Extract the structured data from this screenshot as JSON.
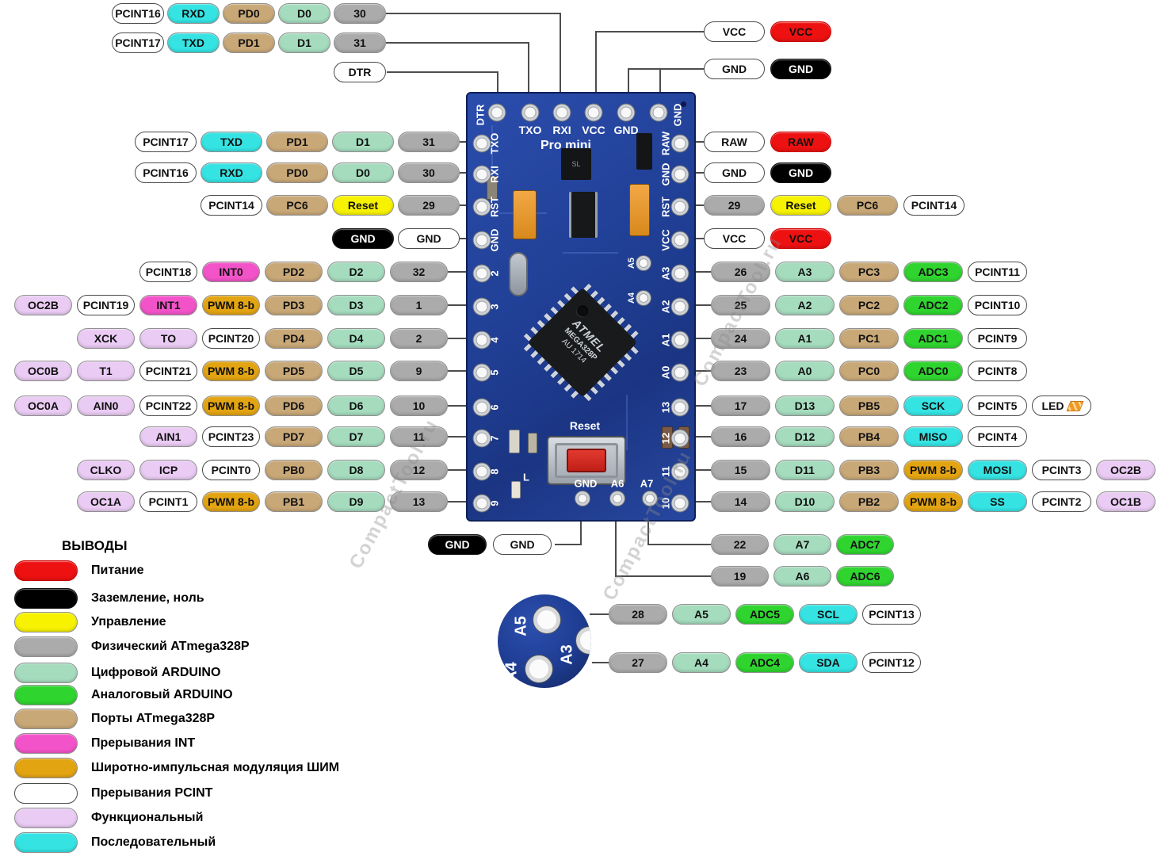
{
  "watermark": "CompactTool.ru",
  "palette": {
    "power": "#EE1111",
    "ground": "#000000",
    "control": "#F7F200",
    "phys": "#ABABAB",
    "digital": "#A5DCBE",
    "analog": "#2FD42F",
    "port": "#C9A877",
    "int": "#F353C8",
    "pwm": "#E3A412",
    "pcint": "#FFFFFF",
    "func": "#EACBF4",
    "serial": "#35E3E3",
    "led": "#FFFFFF"
  },
  "legend": {
    "title": "ВЫВОДЫ",
    "items": [
      {
        "type": "power",
        "label": "Питание"
      },
      {
        "type": "ground",
        "label": "Заземление, ноль"
      },
      {
        "type": "control",
        "label": "Управление"
      },
      {
        "type": "phys",
        "label": "Физический ATmega328P"
      },
      {
        "type": "digital",
        "label": "Цифровой ARDUINO"
      },
      {
        "type": "analog",
        "label": "Аналоговый ARDUINO"
      },
      {
        "type": "port",
        "label": "Порты ATmega328P"
      },
      {
        "type": "int",
        "label": "Прерывания INT"
      },
      {
        "type": "pwm",
        "label": "Широтно-импульсная модуляция ШИМ"
      },
      {
        "type": "pcint",
        "label": "Прерывания PCINT"
      },
      {
        "type": "func",
        "label": "Функциональный"
      },
      {
        "type": "serial",
        "label": "Последовательный"
      }
    ]
  },
  "board": {
    "title": "Pro mini",
    "dtr_label": "DTR",
    "top_labels": [
      "TXO",
      "RXI",
      "VCC",
      "GND"
    ],
    "top_right_label": "GND",
    "left_labels": [
      "TXO",
      "RXI",
      "RST",
      "GND",
      "2",
      "3",
      "4",
      "5",
      "6",
      "7",
      "8",
      "9"
    ],
    "right_labels": [
      "RAW",
      "GND",
      "RST",
      "VCC",
      "A3",
      "A2",
      "A1",
      "A0",
      "13",
      "12",
      "11",
      "10"
    ],
    "inner_labels": [
      "A5",
      "A4"
    ],
    "bottom_labels": [
      "GND",
      "A6",
      "A7"
    ],
    "reset_label": "Reset",
    "led_label": "L",
    "chip": {
      "brand": "ATMEL",
      "part": "MEGA328P",
      "code": "AU 1714"
    },
    "inset_labels": [
      "A5",
      "A4",
      "A3"
    ]
  },
  "pin_rows": [
    {
      "id": "tl1",
      "pills": [
        {
          "label": "PCINT16",
          "type": "pcint"
        },
        {
          "label": "RXD",
          "type": "serial"
        },
        {
          "label": "PD0",
          "type": "port"
        },
        {
          "label": "D0",
          "type": "digital"
        },
        {
          "label": "30",
          "type": "phys"
        }
      ]
    },
    {
      "id": "tl2",
      "pills": [
        {
          "label": "PCINT17",
          "type": "pcint"
        },
        {
          "label": "TXD",
          "type": "serial"
        },
        {
          "label": "PD1",
          "type": "port"
        },
        {
          "label": "D1",
          "type": "digital"
        },
        {
          "label": "31",
          "type": "phys"
        }
      ]
    },
    {
      "id": "tl3",
      "pills": [
        {
          "label": "DTR",
          "type": "pcint"
        }
      ]
    },
    {
      "id": "tr1",
      "pills": [
        {
          "label": "VCC",
          "type": "pcint"
        },
        {
          "label": "VCC",
          "type": "power"
        }
      ]
    },
    {
      "id": "tr2",
      "pills": [
        {
          "label": "GND",
          "type": "pcint"
        },
        {
          "label": "GND",
          "type": "ground"
        }
      ]
    },
    {
      "id": "l1",
      "pills": [
        {
          "label": "PCINT17",
          "type": "pcint"
        },
        {
          "label": "TXD",
          "type": "serial"
        },
        {
          "label": "PD1",
          "type": "port"
        },
        {
          "label": "D1",
          "type": "digital"
        },
        {
          "label": "31",
          "type": "phys"
        }
      ]
    },
    {
      "id": "l2",
      "pills": [
        {
          "label": "PCINT16",
          "type": "pcint"
        },
        {
          "label": "RXD",
          "type": "serial"
        },
        {
          "label": "PD0",
          "type": "port"
        },
        {
          "label": "D0",
          "type": "digital"
        },
        {
          "label": "30",
          "type": "phys"
        }
      ]
    },
    {
      "id": "l3",
      "pills": [
        {
          "label": "PCINT14",
          "type": "pcint"
        },
        {
          "label": "PC6",
          "type": "port"
        },
        {
          "label": "Reset",
          "type": "control"
        },
        {
          "label": "29",
          "type": "phys"
        }
      ]
    },
    {
      "id": "l4",
      "pills": [
        {
          "label": "GND",
          "type": "ground"
        },
        {
          "label": "GND",
          "type": "pcint"
        }
      ]
    },
    {
      "id": "l5",
      "pills": [
        {
          "label": "PCINT18",
          "type": "pcint"
        },
        {
          "label": "INT0",
          "type": "int"
        },
        {
          "label": "PD2",
          "type": "port"
        },
        {
          "label": "D2",
          "type": "digital"
        },
        {
          "label": "32",
          "type": "phys"
        }
      ]
    },
    {
      "id": "l6",
      "pills": [
        {
          "label": "OC2B",
          "type": "func"
        },
        {
          "label": "PCINT19",
          "type": "pcint"
        },
        {
          "label": "INT1",
          "type": "int"
        },
        {
          "label": "PWM 8-b",
          "type": "pwm"
        },
        {
          "label": "PD3",
          "type": "port"
        },
        {
          "label": "D3",
          "type": "digital"
        },
        {
          "label": "1",
          "type": "phys"
        }
      ]
    },
    {
      "id": "l7",
      "pills": [
        {
          "label": "XCK",
          "type": "func"
        },
        {
          "label": "TO",
          "type": "func"
        },
        {
          "label": "PCINT20",
          "type": "pcint"
        },
        {
          "label": "PD4",
          "type": "port"
        },
        {
          "label": "D4",
          "type": "digital"
        },
        {
          "label": "2",
          "type": "phys"
        }
      ]
    },
    {
      "id": "l8",
      "pills": [
        {
          "label": "OC0B",
          "type": "func"
        },
        {
          "label": "T1",
          "type": "func"
        },
        {
          "label": "PCINT21",
          "type": "pcint"
        },
        {
          "label": "PWM 8-b",
          "type": "pwm"
        },
        {
          "label": "PD5",
          "type": "port"
        },
        {
          "label": "D5",
          "type": "digital"
        },
        {
          "label": "9",
          "type": "phys"
        }
      ]
    },
    {
      "id": "l9",
      "pills": [
        {
          "label": "OC0A",
          "type": "func"
        },
        {
          "label": "AIN0",
          "type": "func"
        },
        {
          "label": "PCINT22",
          "type": "pcint"
        },
        {
          "label": "PWM 8-b",
          "type": "pwm"
        },
        {
          "label": "PD6",
          "type": "port"
        },
        {
          "label": "D6",
          "type": "digital"
        },
        {
          "label": "10",
          "type": "phys"
        }
      ]
    },
    {
      "id": "l10",
      "pills": [
        {
          "label": "AIN1",
          "type": "func"
        },
        {
          "label": "PCINT23",
          "type": "pcint"
        },
        {
          "label": "PD7",
          "type": "port"
        },
        {
          "label": "D7",
          "type": "digital"
        },
        {
          "label": "11",
          "type": "phys"
        }
      ]
    },
    {
      "id": "l11",
      "pills": [
        {
          "label": "CLKO",
          "type": "func"
        },
        {
          "label": "ICP",
          "type": "func"
        },
        {
          "label": "PCINT0",
          "type": "pcint"
        },
        {
          "label": "PB0",
          "type": "port"
        },
        {
          "label": "D8",
          "type": "digital"
        },
        {
          "label": "12",
          "type": "phys"
        }
      ]
    },
    {
      "id": "l12",
      "pills": [
        {
          "label": "OC1A",
          "type": "func"
        },
        {
          "label": "PCINT1",
          "type": "pcint"
        },
        {
          "label": "PWM 8-b",
          "type": "pwm"
        },
        {
          "label": "PB1",
          "type": "port"
        },
        {
          "label": "D9",
          "type": "digital"
        },
        {
          "label": "13",
          "type": "phys"
        }
      ]
    },
    {
      "id": "r1",
      "pills": [
        {
          "label": "RAW",
          "type": "pcint"
        },
        {
          "label": "RAW",
          "type": "power"
        }
      ]
    },
    {
      "id": "r2",
      "pills": [
        {
          "label": "GND",
          "type": "pcint"
        },
        {
          "label": "GND",
          "type": "ground"
        }
      ]
    },
    {
      "id": "r3",
      "pills": [
        {
          "label": "29",
          "type": "phys"
        },
        {
          "label": "Reset",
          "type": "control"
        },
        {
          "label": "PC6",
          "type": "port"
        },
        {
          "label": "PCINT14",
          "type": "pcint"
        }
      ]
    },
    {
      "id": "r4",
      "pills": [
        {
          "label": "VCC",
          "type": "pcint"
        },
        {
          "label": "VCC",
          "type": "power"
        }
      ]
    },
    {
      "id": "r5",
      "pills": [
        {
          "label": "26",
          "type": "phys"
        },
        {
          "label": "A3",
          "type": "digital"
        },
        {
          "label": "PC3",
          "type": "port"
        },
        {
          "label": "ADC3",
          "type": "analog"
        },
        {
          "label": "PCINT11",
          "type": "pcint"
        }
      ]
    },
    {
      "id": "r6",
      "pills": [
        {
          "label": "25",
          "type": "phys"
        },
        {
          "label": "A2",
          "type": "digital"
        },
        {
          "label": "PC2",
          "type": "port"
        },
        {
          "label": "ADC2",
          "type": "analog"
        },
        {
          "label": "PCINT10",
          "type": "pcint"
        }
      ]
    },
    {
      "id": "r7",
      "pills": [
        {
          "label": "24",
          "type": "phys"
        },
        {
          "label": "A1",
          "type": "digital"
        },
        {
          "label": "PC1",
          "type": "port"
        },
        {
          "label": "ADC1",
          "type": "analog"
        },
        {
          "label": "PCINT9",
          "type": "pcint"
        }
      ]
    },
    {
      "id": "r8",
      "pills": [
        {
          "label": "23",
          "type": "phys"
        },
        {
          "label": "A0",
          "type": "digital"
        },
        {
          "label": "PC0",
          "type": "port"
        },
        {
          "label": "ADC0",
          "type": "analog"
        },
        {
          "label": "PCINT8",
          "type": "pcint"
        }
      ]
    },
    {
      "id": "r9",
      "pills": [
        {
          "label": "17",
          "type": "phys"
        },
        {
          "label": "D13",
          "type": "digital"
        },
        {
          "label": "PB5",
          "type": "port"
        },
        {
          "label": "SCK",
          "type": "serial"
        },
        {
          "label": "PCINT5",
          "type": "pcint"
        },
        {
          "label": "LED",
          "type": "led"
        }
      ]
    },
    {
      "id": "r10",
      "pills": [
        {
          "label": "16",
          "type": "phys"
        },
        {
          "label": "D12",
          "type": "digital"
        },
        {
          "label": "PB4",
          "type": "port"
        },
        {
          "label": "MISO",
          "type": "serial"
        },
        {
          "label": "PCINT4",
          "type": "pcint"
        }
      ]
    },
    {
      "id": "r11",
      "pills": [
        {
          "label": "15",
          "type": "phys"
        },
        {
          "label": "D11",
          "type": "digital"
        },
        {
          "label": "PB3",
          "type": "port"
        },
        {
          "label": "PWM 8-b",
          "type": "pwm"
        },
        {
          "label": "MOSI",
          "type": "serial"
        },
        {
          "label": "PCINT3",
          "type": "pcint"
        },
        {
          "label": "OC2B",
          "type": "func"
        }
      ]
    },
    {
      "id": "r12",
      "pills": [
        {
          "label": "14",
          "type": "phys"
        },
        {
          "label": "D10",
          "type": "digital"
        },
        {
          "label": "PB2",
          "type": "port"
        },
        {
          "label": "PWM 8-b",
          "type": "pwm"
        },
        {
          "label": "SS",
          "type": "serial"
        },
        {
          "label": "PCINT2",
          "type": "pcint"
        },
        {
          "label": "OC1B",
          "type": "func"
        }
      ]
    },
    {
      "id": "b1",
      "pills": [
        {
          "label": "GND",
          "type": "ground"
        },
        {
          "label": "GND",
          "type": "pcint"
        }
      ]
    },
    {
      "id": "b2",
      "pills": [
        {
          "label": "22",
          "type": "phys"
        },
        {
          "label": "A7",
          "type": "digital"
        },
        {
          "label": "ADC7",
          "type": "analog"
        }
      ]
    },
    {
      "id": "b3",
      "pills": [
        {
          "label": "19",
          "type": "phys"
        },
        {
          "label": "A6",
          "type": "digital"
        },
        {
          "label": "ADC6",
          "type": "analog"
        }
      ]
    },
    {
      "id": "b4",
      "pills": [
        {
          "label": "28",
          "type": "phys"
        },
        {
          "label": "A5",
          "type": "digital"
        },
        {
          "label": "ADC5",
          "type": "analog"
        },
        {
          "label": "SCL",
          "type": "serial"
        },
        {
          "label": "PCINT13",
          "type": "pcint"
        }
      ]
    },
    {
      "id": "b5",
      "pills": [
        {
          "label": "27",
          "type": "phys"
        },
        {
          "label": "A4",
          "type": "digital"
        },
        {
          "label": "ADC4",
          "type": "analog"
        },
        {
          "label": "SDA",
          "type": "serial"
        },
        {
          "label": "PCINT12",
          "type": "pcint"
        }
      ]
    }
  ]
}
